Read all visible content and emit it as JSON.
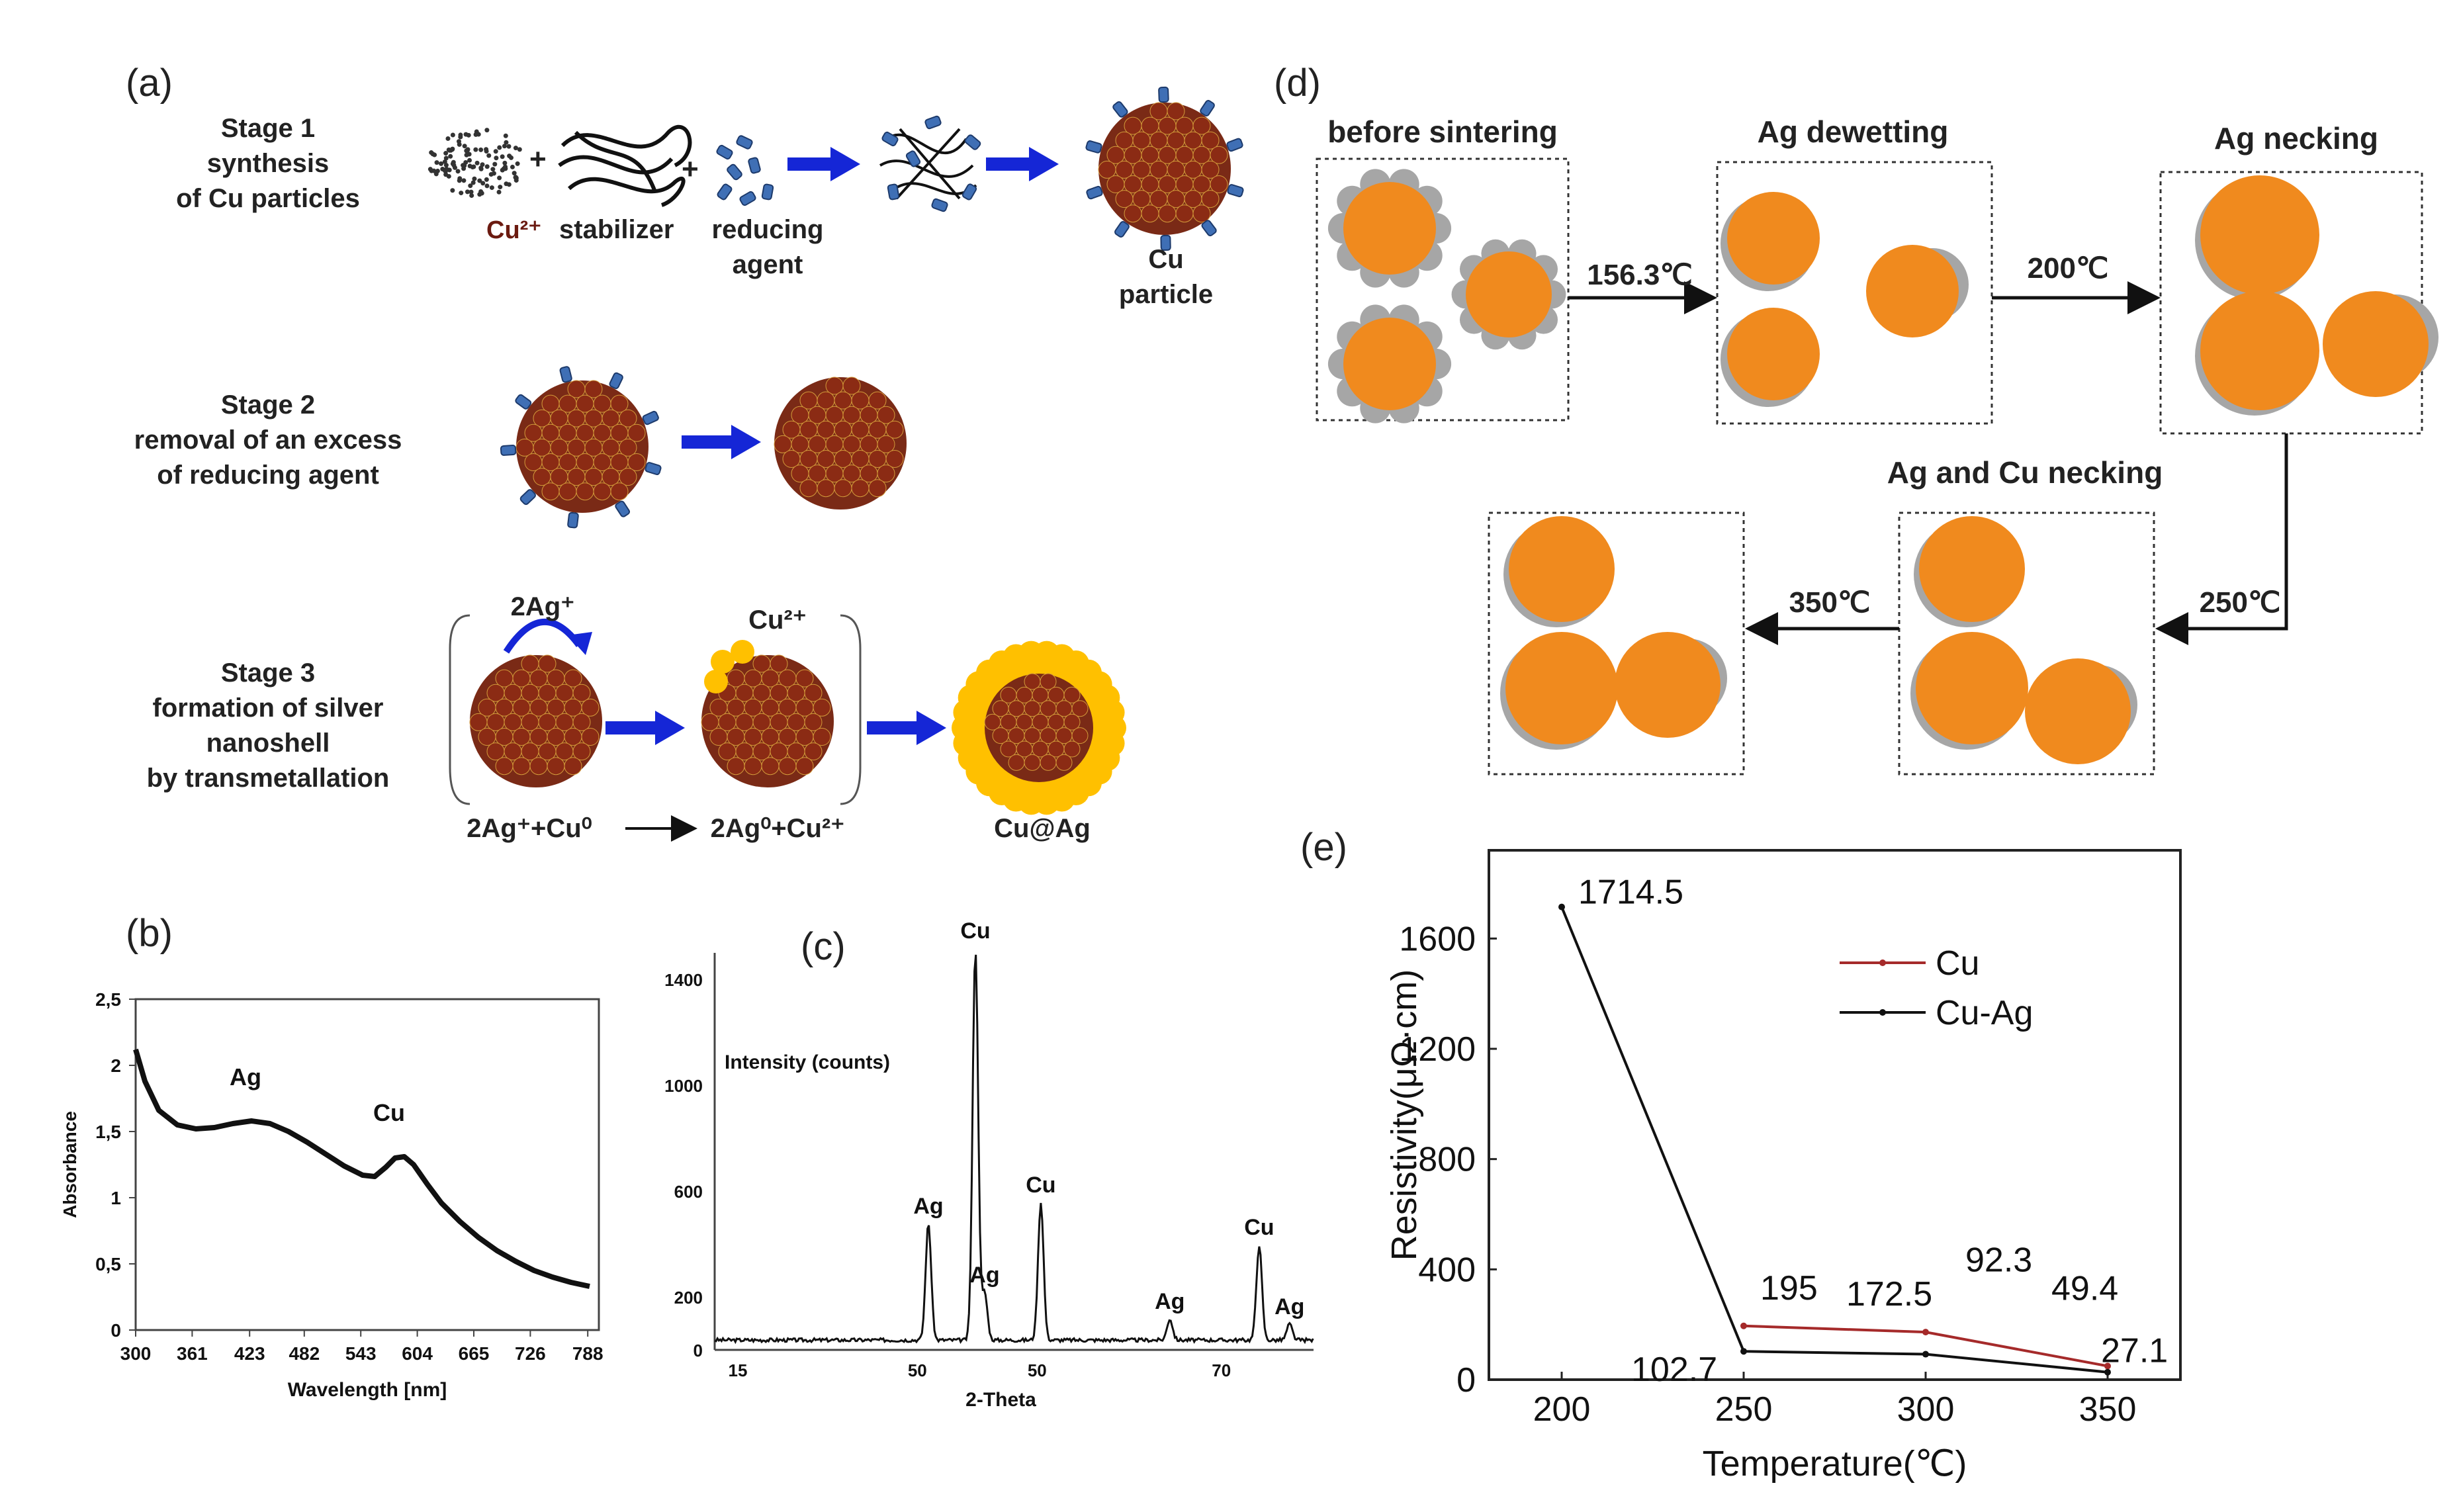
{
  "panel_labels": {
    "a": "(a)",
    "b": "(b)",
    "c": "(c)",
    "d": "(d)",
    "e": "(e)"
  },
  "panel_a": {
    "stage1": {
      "title": "Stage 1",
      "line1": "synthesis",
      "line2": "of Cu particles"
    },
    "stage2": {
      "title": "Stage 2",
      "line1": "removal of an excess",
      "line2": "of reducing agent"
    },
    "stage3": {
      "title": "Stage 3",
      "line1": "formation of silver",
      "line2": "nanoshell",
      "line3": "by transmetallation"
    },
    "labels": {
      "cu_ion": "Cu²⁺",
      "stabilizer": "stabilizer",
      "reducing_agent_1": "reducing",
      "reducing_agent_2": "agent",
      "cu_particle_1": "Cu",
      "cu_particle_2": "particle",
      "two_ag_plus": "2Ag⁺",
      "cu_ion_release": "Cu²⁺",
      "reaction_left": "2Ag⁺+Cu⁰",
      "reaction_right": "2Ag⁰+Cu²⁺",
      "product": "Cu@Ag"
    }
  },
  "panel_d": {
    "states": [
      "before sintering",
      "Ag dewetting",
      "Ag necking",
      "Ag and Cu necking"
    ],
    "temperatures": [
      "156.3℃",
      "200℃",
      "250℃",
      "350℃"
    ],
    "colors": {
      "cu": "#f08a1e",
      "ag": "#a6a6a6"
    }
  },
  "chart_data": [
    {
      "panel": "b",
      "type": "line",
      "xlabel": "Wavelength [nm]",
      "ylabel": "Absorbance",
      "xticks": [
        "300",
        "361",
        "423",
        "482",
        "543",
        "604",
        "665",
        "726",
        "788"
      ],
      "yticks": [
        "0",
        "0,5",
        "1",
        "1,5",
        "2",
        "2,5"
      ],
      "xlim": [
        300,
        800
      ],
      "ylim": [
        0,
        2.5
      ],
      "series": [
        {
          "x": [
            300,
            310,
            325,
            345,
            365,
            385,
            405,
            425,
            445,
            465,
            485,
            505,
            525,
            545,
            558,
            570,
            580,
            590,
            600,
            615,
            630,
            650,
            670,
            690,
            710,
            730,
            750,
            770,
            790
          ],
          "y": [
            2.12,
            1.88,
            1.66,
            1.55,
            1.52,
            1.53,
            1.56,
            1.58,
            1.56,
            1.5,
            1.42,
            1.33,
            1.24,
            1.17,
            1.16,
            1.23,
            1.3,
            1.31,
            1.25,
            1.1,
            0.96,
            0.82,
            0.7,
            0.6,
            0.52,
            0.45,
            0.4,
            0.36,
            0.33
          ]
        }
      ],
      "annotations": [
        {
          "text": "Ag",
          "x": 430,
          "y": 1.6
        },
        {
          "text": "Cu",
          "x": 585,
          "y": 1.33
        }
      ]
    },
    {
      "panel": "c",
      "type": "line",
      "xlabel": "2-Theta",
      "ylabel": "Intensity (counts)",
      "xticks": [
        "15",
        "50",
        "50",
        "70"
      ],
      "yticks": [
        "0",
        "200",
        "600",
        "1000",
        "1400"
      ],
      "xlim": [
        15,
        80
      ],
      "ylim": [
        0,
        1500
      ],
      "peaks": [
        {
          "x": 38.2,
          "y": 440,
          "label": "Ag"
        },
        {
          "x": 43.3,
          "y": 1480,
          "label": "Cu"
        },
        {
          "x": 44.3,
          "y": 180,
          "label": "Ag"
        },
        {
          "x": 50.4,
          "y": 520,
          "label": "Cu"
        },
        {
          "x": 64.4,
          "y": 80,
          "label": "Ag"
        },
        {
          "x": 74.1,
          "y": 360,
          "label": "Cu"
        },
        {
          "x": 77.4,
          "y": 60,
          "label": "Ag"
        }
      ],
      "baseline": 30
    },
    {
      "panel": "e",
      "type": "line",
      "xlabel": "Temperature(℃)",
      "ylabel": "Resistivity(μΩ·cm)",
      "xticks": [
        "200",
        "250",
        "300",
        "350"
      ],
      "yticks": [
        "0",
        "400",
        "800",
        "1200",
        "1600"
      ],
      "xlim": [
        180,
        370
      ],
      "ylim": [
        0,
        1920
      ],
      "legend": "top-right",
      "series": [
        {
          "name": "Cu",
          "color": "#a52a2a",
          "x": [
            250,
            300,
            350
          ],
          "y": [
            195,
            172.5,
            49.4
          ]
        },
        {
          "name": "Cu-Ag",
          "color": "#111111",
          "x": [
            200,
            250,
            300,
            350
          ],
          "y": [
            1714.5,
            102.7,
            92.3,
            27.1
          ]
        }
      ],
      "data_labels": [
        {
          "text": "1714.5",
          "x": 200,
          "y": 1714.5
        },
        {
          "text": "195",
          "x": 250,
          "y": 195
        },
        {
          "text": "172.5",
          "x": 300,
          "y": 172.5
        },
        {
          "text": "92.3",
          "x": 300,
          "y": 92.3
        },
        {
          "text": "49.4",
          "x": 350,
          "y": 49.4
        },
        {
          "text": "102.7",
          "x": 250,
          "y": 102.7
        },
        {
          "text": "27.1",
          "x": 350,
          "y": 27.1
        }
      ]
    }
  ]
}
